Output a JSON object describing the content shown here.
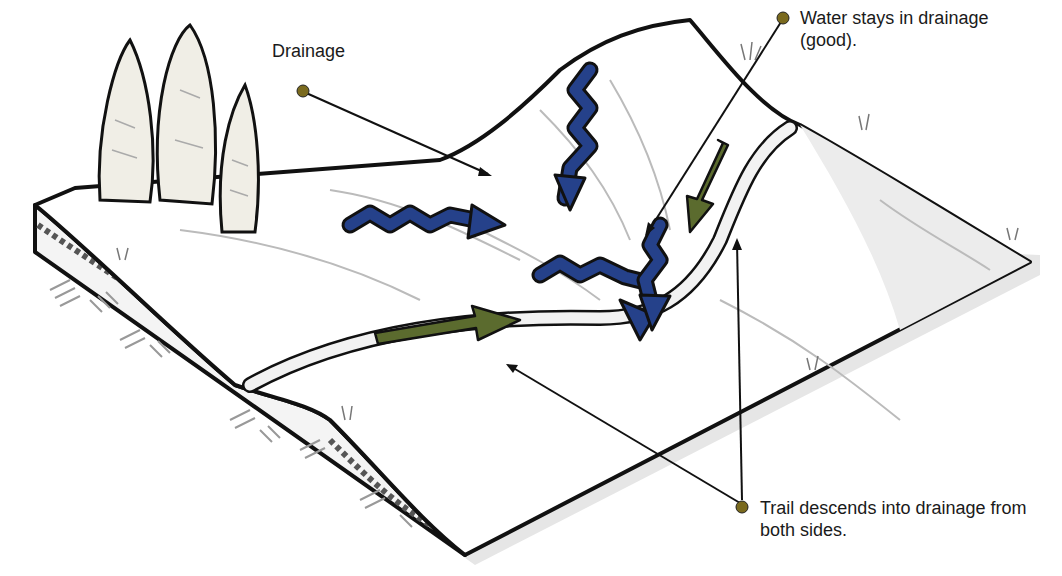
{
  "diagram": {
    "labels": [
      "Drainage",
      "Water stays in drainage (good).",
      "Trail descends into drainage from both sides."
    ]
  }
}
